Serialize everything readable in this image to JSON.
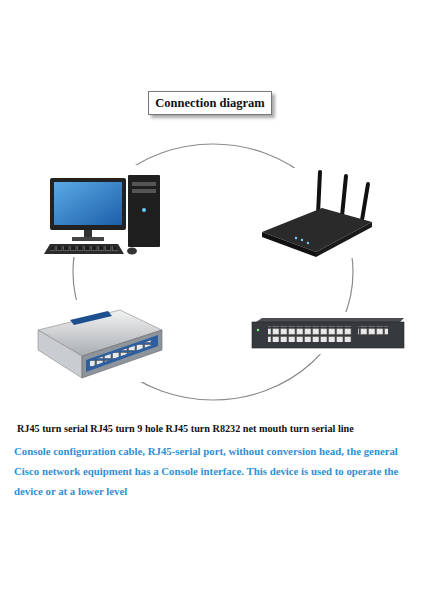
{
  "diagram": {
    "title": "Connection diagram",
    "labels": [
      "RJ45 turn serial RJ45 turn 9 hole RJ45 turn R8232 net mouth turn serial line",
      "Console configuration cable, RJ45-serial port, without conversion head, the general Cisco network equipment has a Console interface. This device is used to operate the device or at a lower level"
    ]
  }
}
